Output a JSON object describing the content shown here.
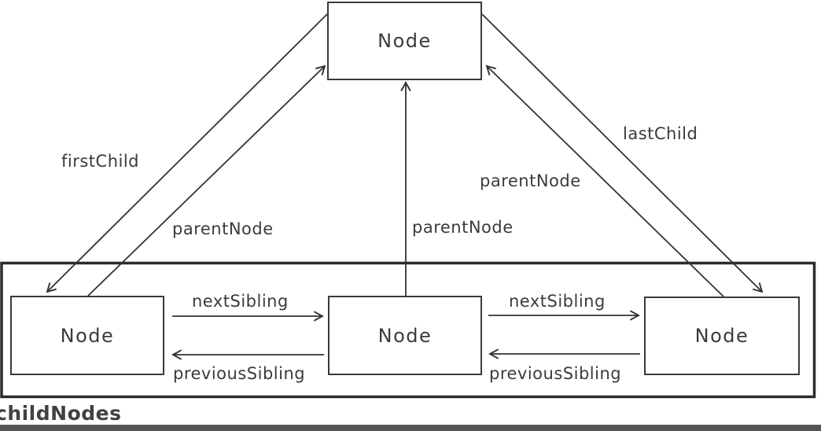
{
  "diagram": {
    "node_boxes": [
      {
        "id": "parent",
        "label": "Node"
      },
      {
        "id": "child-first",
        "label": "Node"
      },
      {
        "id": "child-middle",
        "label": "Node"
      },
      {
        "id": "child-last",
        "label": "Node"
      }
    ],
    "edge_labels": {
      "first_child": "firstChild",
      "last_child": "lastChild",
      "parent_node_from_first": "parentNode",
      "parent_node_from_middle": "parentNode",
      "parent_node_from_last": "parentNode",
      "next_sibling_left": "nextSibling",
      "next_sibling_right": "nextSibling",
      "previous_sibling_left": "previousSibling",
      "previous_sibling_right": "previousSibling"
    },
    "caption": "childNodes",
    "colors": {
      "line": "#333335",
      "box_border": "#3a3a3c",
      "container_border": "#2b2b2d",
      "text": "#3b3b3d",
      "bottom_bar": "#545557",
      "background": "#ffffff"
    }
  }
}
